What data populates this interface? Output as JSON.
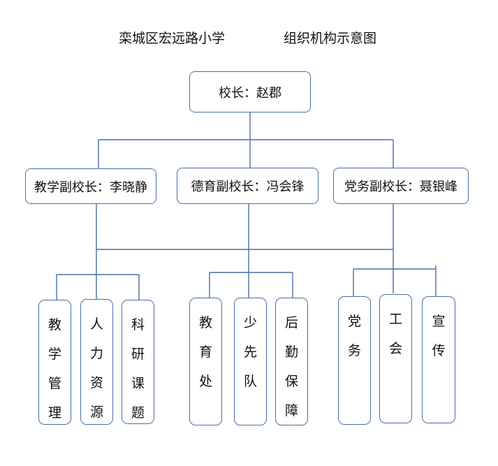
{
  "title": {
    "school": "栾城区宏远路小学",
    "chart": "组织机构示意图"
  },
  "principal": "校长：赵郡",
  "vice_principals": [
    "教学副校长：李晓静",
    "德育副校长：冯会锋",
    "党务副校长：聂银峰"
  ],
  "departments": [
    [
      "教",
      "学",
      "管",
      "理"
    ],
    [
      "人",
      "力",
      "资",
      "源"
    ],
    [
      "科",
      "研",
      "课",
      "题"
    ],
    [
      "教",
      "育",
      "处"
    ],
    [
      "少",
      "先",
      "队"
    ],
    [
      "后",
      "勤",
      "保",
      "障"
    ],
    [
      "党",
      "务"
    ],
    [
      "工",
      "会"
    ],
    [
      "宣",
      "传"
    ]
  ],
  "colors": {
    "line": "#4a6fa5",
    "box_border": "#4a6fa5"
  }
}
